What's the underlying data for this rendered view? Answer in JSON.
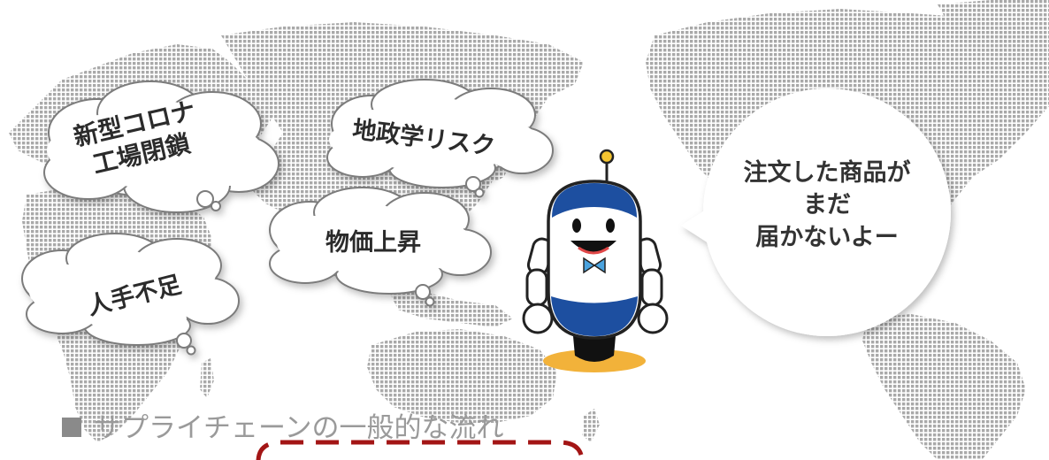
{
  "clouds": [
    {
      "id": "covid",
      "lines": [
        "新型コロナ",
        "工場閉鎖"
      ]
    },
    {
      "id": "geopolitics",
      "lines": [
        "地政学リスク"
      ]
    },
    {
      "id": "prices",
      "lines": [
        "物価上昇"
      ]
    },
    {
      "id": "labor",
      "lines": [
        "人手不足"
      ]
    }
  ],
  "speech_bubble": {
    "lines": [
      "注文した商品が",
      "まだ",
      "届かないよー"
    ]
  },
  "section": {
    "title": "サプライチェーンの一般的な流れ"
  },
  "colors": {
    "dashed_box": "#a31515",
    "robot_blue": "#1d4fa0",
    "bowtie": "#4aa3df",
    "shadow": "#f2b23a"
  }
}
